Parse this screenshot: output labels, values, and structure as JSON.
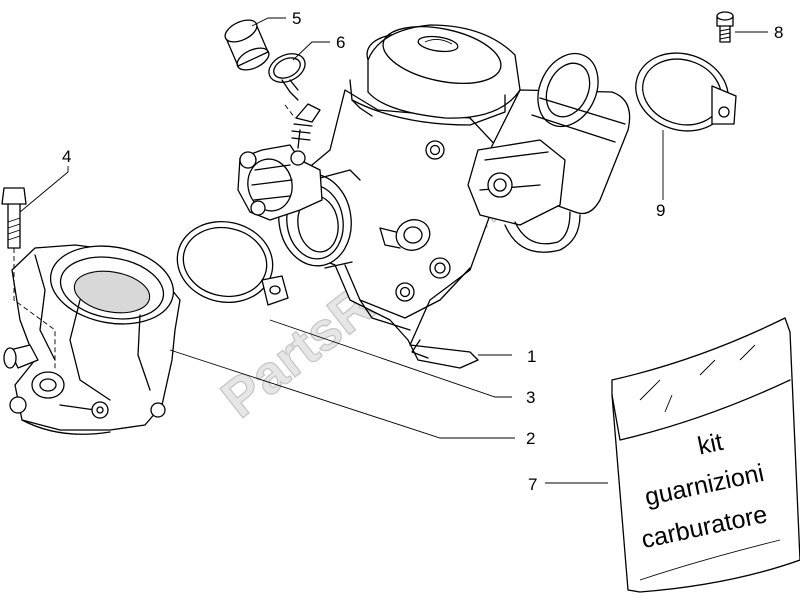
{
  "diagram": {
    "watermark": "PartsRepublik",
    "callouts": [
      "1",
      "2",
      "3",
      "4",
      "5",
      "6",
      "7",
      "8",
      "9"
    ],
    "kit_bag_text": [
      "kit",
      "guarnizioni",
      "carburatore"
    ]
  }
}
